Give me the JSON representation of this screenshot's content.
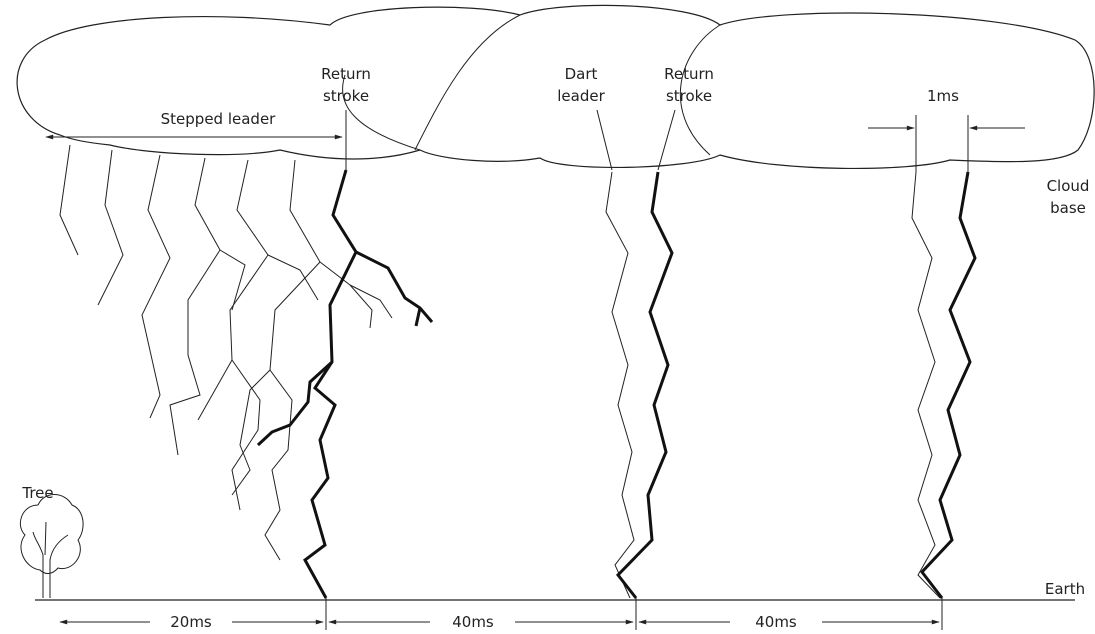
{
  "labels": {
    "return_stroke_1_line1": "Return",
    "return_stroke_1_line2": "stroke",
    "dart_leader_line1": "Dart",
    "dart_leader_line2": "leader",
    "return_stroke_2_line1": "Return",
    "return_stroke_2_line2": "stroke",
    "stepped_leader": "Stepped leader",
    "one_ms": "1ms",
    "cloud_base_line1": "Cloud",
    "cloud_base_line2": "base",
    "tree": "Tree",
    "earth": "Earth"
  },
  "timing": {
    "interval_1": "20ms",
    "interval_2": "40ms",
    "interval_3": "40ms"
  }
}
